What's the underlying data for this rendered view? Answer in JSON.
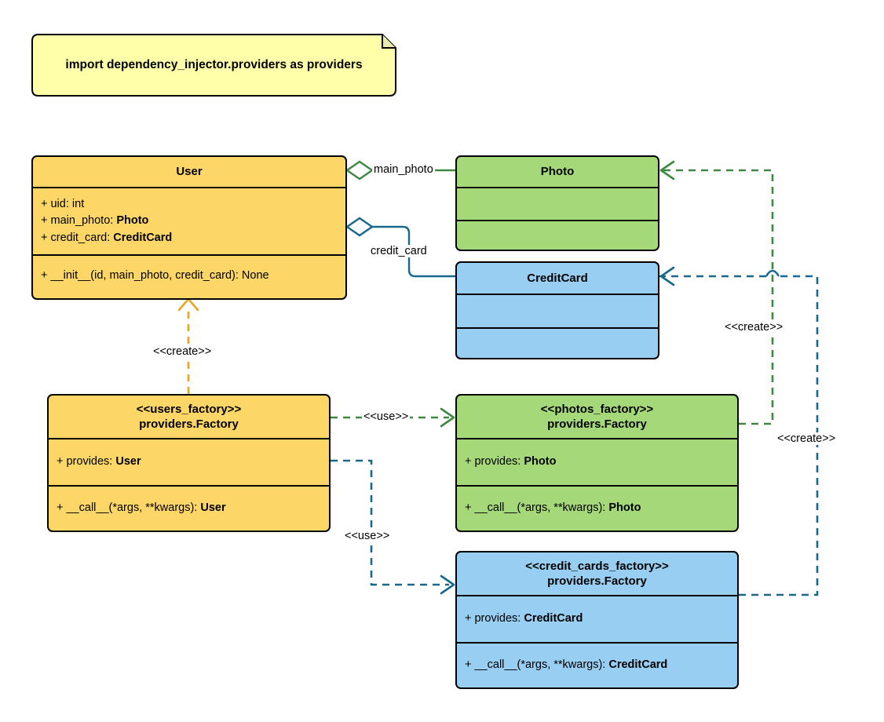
{
  "diagram": {
    "title": "Dependency Injector Factory providers UML class diagram",
    "colors": {
      "yellow": "#FCD667",
      "green": "#A4D878",
      "blue": "#97CEF2",
      "note_fill": "#FFFFAA",
      "green_edge": "#3C8A3F",
      "blue_edge": "#17688F",
      "orange_edge": "#E8A61E",
      "outline": "#000000"
    }
  },
  "note": {
    "text": "import dependency_injector.providers as providers"
  },
  "classes": {
    "user": {
      "name": "User",
      "attributes": [
        {
          "text": "+ uid: int"
        },
        {
          "prefix": "+ main_photo: ",
          "type": "Photo"
        },
        {
          "prefix": "+ credit_card: ",
          "type": "CreditCard"
        }
      ],
      "methods": [
        {
          "text": "+ __init__(id, main_photo, credit_card): None"
        }
      ]
    },
    "photo": {
      "name": "Photo",
      "attributes": [],
      "methods": []
    },
    "credit_card": {
      "name": "CreditCard",
      "attributes": [],
      "methods": []
    },
    "users_factory": {
      "stereotype": "<<users_factory>>",
      "name": "providers.Factory",
      "attributes": [
        {
          "prefix": "+ provides: ",
          "type": "User"
        }
      ],
      "methods": [
        {
          "prefix": "+ __call__(*args, **kwargs): ",
          "type": "User"
        }
      ]
    },
    "photos_factory": {
      "stereotype": "<<photos_factory>>",
      "name": "providers.Factory",
      "attributes": [
        {
          "prefix": "+ provides: ",
          "type": "Photo"
        }
      ],
      "methods": [
        {
          "prefix": "+ __call__(*args, **kwargs): ",
          "type": "Photo"
        }
      ]
    },
    "credit_cards_factory": {
      "stereotype": "<<credit_cards_factory>>",
      "name": "providers.Factory",
      "attributes": [
        {
          "prefix": "+ provides: ",
          "type": "CreditCard"
        }
      ],
      "methods": [
        {
          "prefix": "+ __call__(*args, **kwargs): ",
          "type": "CreditCard"
        }
      ]
    }
  },
  "edges": {
    "main_photo": {
      "label": "main_photo",
      "kind": "aggregation",
      "from": "User",
      "to": "Photo",
      "color": "#3C8A3F"
    },
    "credit_card": {
      "label": "credit_card",
      "kind": "aggregation",
      "from": "User",
      "to": "CreditCard",
      "color": "#17688F"
    },
    "users_create": {
      "label": "<<create>>",
      "kind": "dependency",
      "from": "users_factory",
      "to": "User",
      "color": "#E8A61E"
    },
    "use_photos": {
      "label": "<<use>>",
      "kind": "dependency",
      "from": "users_factory",
      "to": "photos_factory",
      "color": "#3C8A3F"
    },
    "use_credit_cards": {
      "label": "<<use>>",
      "kind": "dependency",
      "from": "users_factory",
      "to": "credit_cards_factory",
      "color": "#17688F"
    },
    "photos_create": {
      "label": "<<create>>",
      "kind": "dependency",
      "from": "photos_factory",
      "to": "Photo",
      "color": "#3C8A3F"
    },
    "credit_cards_create": {
      "label": "<<create>>",
      "kind": "dependency",
      "from": "credit_cards_factory",
      "to": "CreditCard",
      "color": "#17688F"
    }
  }
}
